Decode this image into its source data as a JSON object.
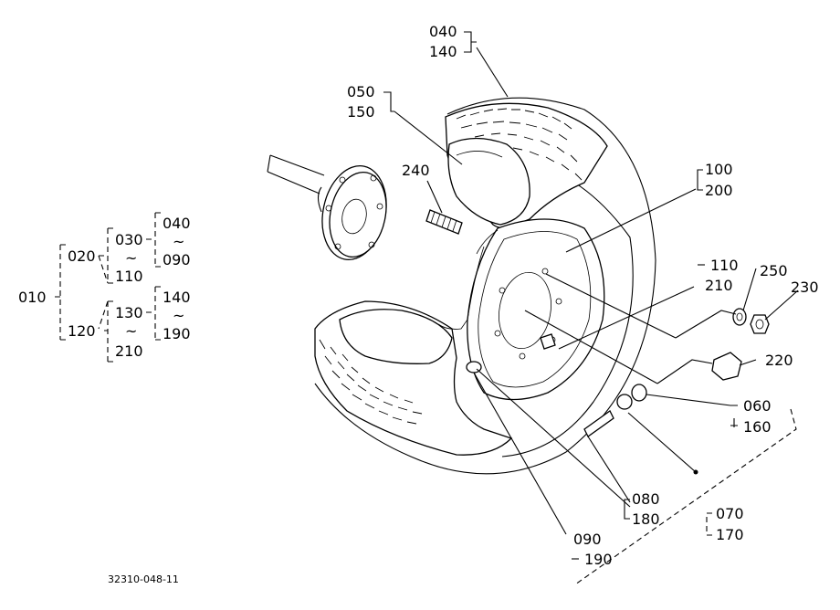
{
  "diagram": {
    "drawing_number": "32310-048-11",
    "tree": {
      "root": "010",
      "branch_upper": "020",
      "branch_lower": "120",
      "upper_group_a": {
        "from": "030",
        "tilde": "~",
        "to": "110"
      },
      "upper_group_b": {
        "from": "040",
        "tilde": "~",
        "to": "090"
      },
      "lower_group_a": {
        "from": "130",
        "tilde": "~",
        "to": "210"
      },
      "lower_group_b": {
        "from": "140",
        "tilde": "~",
        "to": "190"
      }
    },
    "callouts": {
      "tire_a": "040",
      "tire_b": "140",
      "tube_a": "050",
      "tube_b": "150",
      "stud": "240",
      "rim_a": "100",
      "rim_b": "200",
      "bolt_a": "110",
      "bolt_b": "210",
      "washer": "250",
      "nut_a": "230",
      "nut_b": "220",
      "cap_a": "060",
      "cap_b": "160",
      "valve_a": "080",
      "valve_b": "180",
      "valve_assy_a": "070",
      "valve_assy_b": "170",
      "valve_base_a": "090",
      "valve_base_b": "190"
    }
  }
}
